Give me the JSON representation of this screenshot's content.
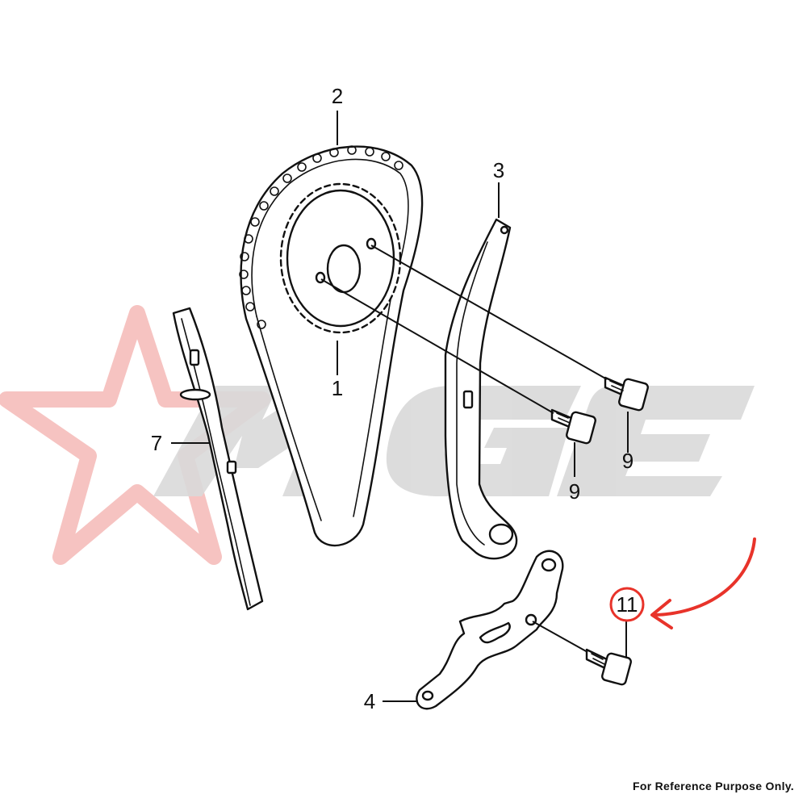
{
  "diagram": {
    "watermark": {
      "text": "MGE",
      "star_color": "#f4b9b6",
      "letter_color": "#d9d9d9"
    },
    "callouts": [
      {
        "id": "1",
        "label": "1"
      },
      {
        "id": "2",
        "label": "2"
      },
      {
        "id": "3",
        "label": "3"
      },
      {
        "id": "4",
        "label": "4"
      },
      {
        "id": "7",
        "label": "7"
      },
      {
        "id": "9a",
        "label": "9"
      },
      {
        "id": "9b",
        "label": "9"
      },
      {
        "id": "11",
        "label": "11"
      }
    ],
    "highlight": {
      "target": "11",
      "color": "#e8332a",
      "arrow_icon": "curved-arrow-icon"
    },
    "footer_note": "For Reference Purpose Only."
  }
}
